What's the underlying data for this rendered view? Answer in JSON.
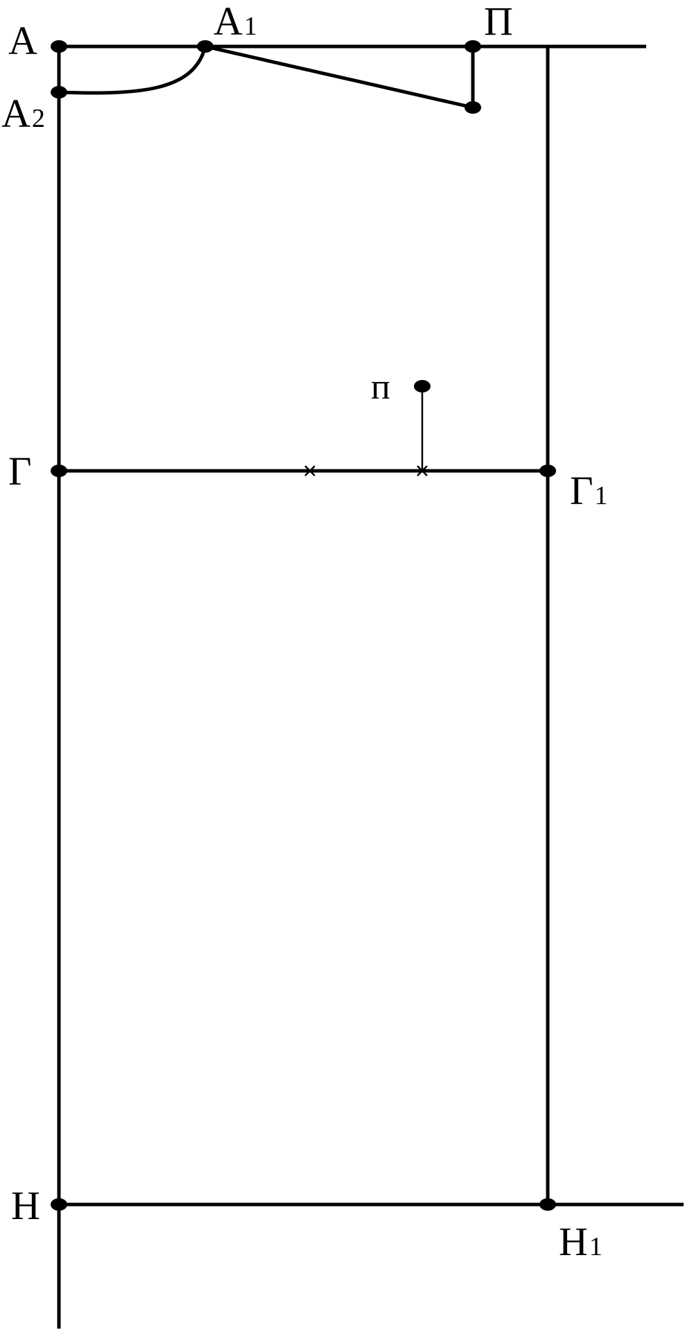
{
  "diagram": {
    "labels": {
      "A": {
        "main": "А"
      },
      "A1": {
        "main": "А",
        "sub": "1"
      },
      "A2": {
        "main": "А",
        "sub": "2"
      },
      "P": {
        "main": "П"
      },
      "p": {
        "main": "п"
      },
      "G": {
        "main": "Г"
      },
      "G1": {
        "main": "Г",
        "sub": "1"
      },
      "H": {
        "main": "Н"
      },
      "H1": {
        "main": "Н",
        "sub": "1"
      }
    },
    "colors": {
      "line": "#000000",
      "background": "#ffffff"
    }
  }
}
